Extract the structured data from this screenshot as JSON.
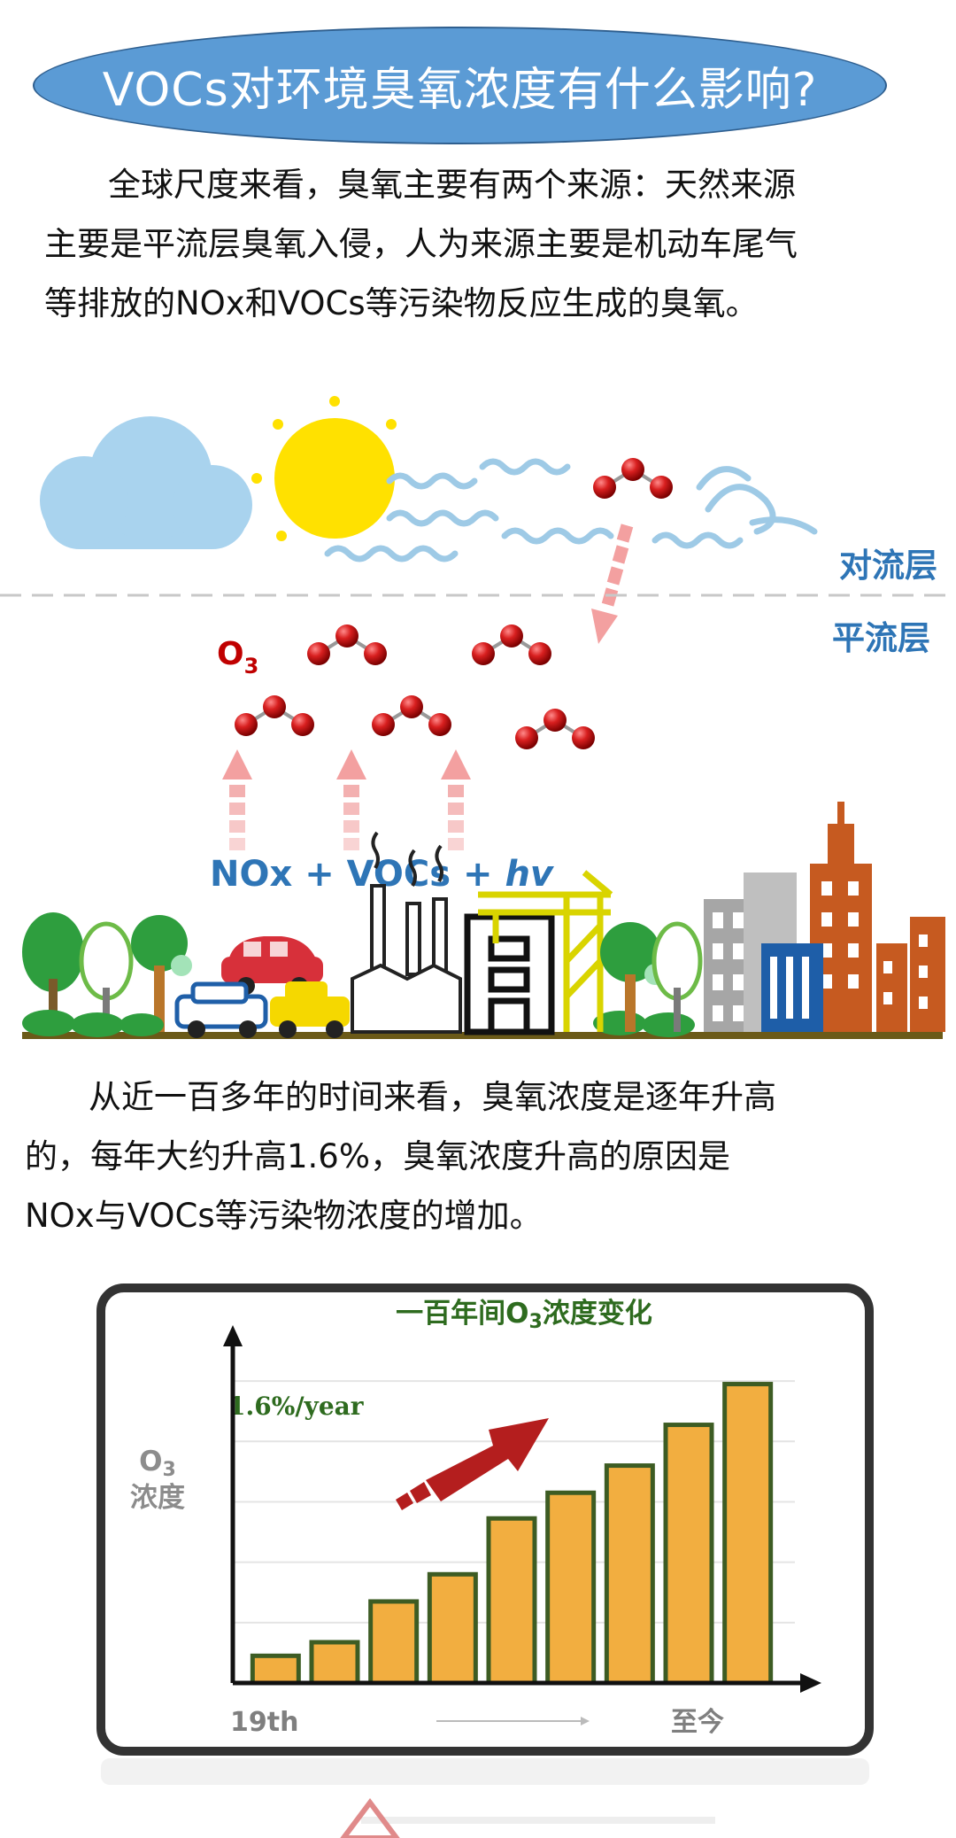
{
  "title": "VOCs对环境臭氧浓度有什么影响?",
  "intro": {
    "lines": [
      "全球尺度来看，臭氧主要有两个来源：天然来源",
      "主要是平流层臭氧入侵，人为来源主要是机动车尾气",
      "等排放的NOx和VOCs等污染物反应生成的臭氧。"
    ]
  },
  "diagram": {
    "troposphere_label": "对流层",
    "stratosphere_label": "平流层",
    "o3_label": "O",
    "o3_subscript": "3",
    "formula_plain": "NOx + VOCs + ",
    "formula_italic": "hv"
  },
  "trend_text": {
    "lines": [
      "从近一百多年的时间来看，臭氧浓度是逐年升高",
      "的，每年大约升高1.6%，臭氧浓度升高的原因是",
      "NOx与VOCs等污染物浓度的增加。"
    ]
  },
  "chart_data": {
    "type": "bar",
    "title_prefix": "一百年间O",
    "title_sub": "3",
    "title_suffix": "浓度变化",
    "ylabel_line1": "O",
    "ylabel_sub": "3",
    "ylabel_line2": "浓度",
    "x_start_label": "19th",
    "x_end_label": "至今",
    "annotation": "1.6%/year",
    "values": [
      0.9,
      1.35,
      2.7,
      3.6,
      5.45,
      6.3,
      7.2,
      8.55,
      9.9
    ],
    "ylim": [
      0,
      11.5
    ],
    "grid": true,
    "colors": {
      "bar": "#f2ae40",
      "bar_edge": "#3d5c23",
      "arrow": "#b41e1e"
    }
  }
}
